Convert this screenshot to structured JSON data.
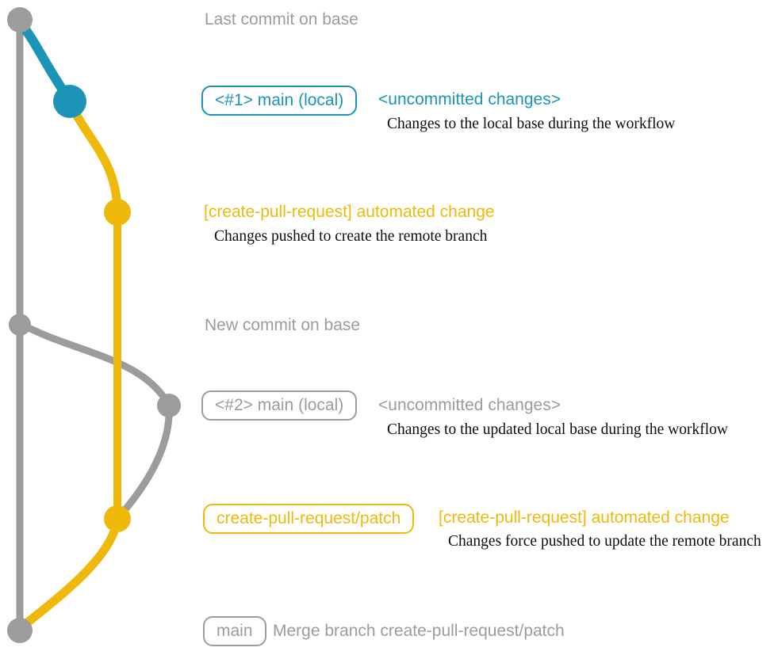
{
  "colors": {
    "gray": "#9c9c9c",
    "blue": "#1b94b8",
    "yellow": "#eeb90a",
    "ink": "#0d0d0d",
    "background": "#ffffff"
  },
  "sections": {
    "top": {
      "label": "Last commit on base"
    },
    "branch1": {
      "badge": "<#1> main (local)",
      "title": "<uncommitted changes>",
      "description": "Changes to the local base during the workflow"
    },
    "push1": {
      "title": "[create-pull-request] automated change",
      "description": "Changes pushed to create the remote branch"
    },
    "newBase": {
      "label": "New commit on base"
    },
    "branch2": {
      "badge": "<#2> main (local)",
      "title": "<uncommitted changes>",
      "description": "Changes to the updated local base during the workflow"
    },
    "push2": {
      "badge": "create-pull-request/patch",
      "title": "[create-pull-request] automated change",
      "description": "Changes force pushed to update the remote branch"
    },
    "merge": {
      "badge": "main",
      "label": "Merge branch create-pull-request/patch"
    }
  },
  "graph": {
    "branches": [
      "base",
      "main (local)",
      "create-pull-request/patch"
    ]
  }
}
